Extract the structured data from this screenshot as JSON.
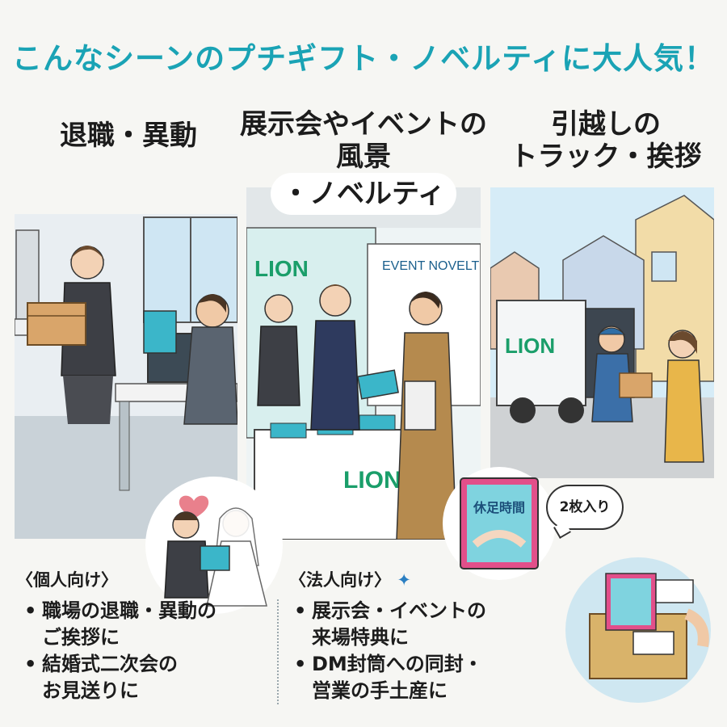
{
  "headline": "こんなシーンのプチギフト・ノベルティに大人気！",
  "scenes": {
    "office": {
      "title": "退職・異動"
    },
    "event": {
      "title_line1": "展示会やイベントの",
      "title_line2": "風景",
      "title_line3": "・ノベルティ"
    },
    "moving": {
      "title_line1": "引越しの",
      "title_line2": "トラック・挨拶"
    }
  },
  "event_panel": {
    "booth_logo": "LION",
    "banner_text": "EVENT NOVELT",
    "counter_logo": "LION"
  },
  "moving_panel": {
    "truck_logo": "LION"
  },
  "product": {
    "package_title": "休足時間",
    "quantity_badge": "2枚入り"
  },
  "personal": {
    "title": "〈個人向け〉",
    "bullets": [
      "職場の退職・異動の\nご挨拶に",
      "結婚式二次会の\nお見送りに"
    ]
  },
  "corporate": {
    "title": "〈法人向け〉",
    "bullets": [
      "展示会・イベントの\n来場特典に",
      "DM封筒への同封・\n営業の手土産に"
    ]
  },
  "colors": {
    "headline": "#1aa3b5",
    "brand_green": "#1a9e6a",
    "product_pink": "#e24f8a"
  }
}
